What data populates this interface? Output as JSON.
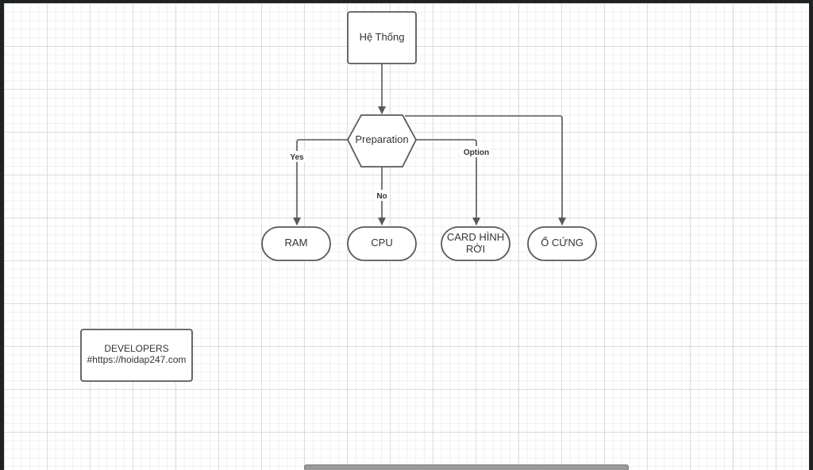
{
  "colors": {
    "stroke": "#595959",
    "text": "#333333",
    "frame": "#1f2322",
    "canvas": "#ffffff"
  },
  "nodes": {
    "system": {
      "label": "Hệ Thống",
      "shape": "rectangle"
    },
    "preparation": {
      "label": "Preparation",
      "shape": "hexagon"
    },
    "ram": {
      "label": "RAM",
      "shape": "terminator"
    },
    "cpu": {
      "label": "CPU",
      "shape": "terminator"
    },
    "gpu": {
      "line1": "CARD HÌNH",
      "line2": "RỜI",
      "shape": "terminator"
    },
    "disk": {
      "label": "Ổ CỨNG",
      "shape": "terminator"
    },
    "developers": {
      "line1": "DEVELOPERS",
      "line2": "#https://hoidap247.com",
      "shape": "rectangle"
    }
  },
  "edges": {
    "system_to_preparation": {
      "label": ""
    },
    "preparation_to_ram": {
      "label": "Yes"
    },
    "preparation_to_cpu": {
      "label": "No"
    },
    "preparation_to_gpu": {
      "label": "Option"
    },
    "preparation_to_disk": {
      "label": ""
    }
  }
}
